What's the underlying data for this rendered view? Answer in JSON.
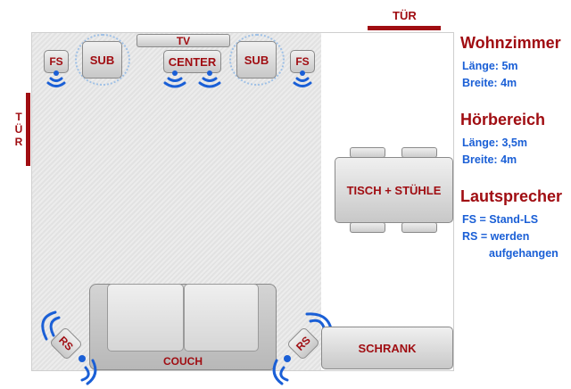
{
  "doors": {
    "top_label": "TÜR",
    "left_label": "TÜR"
  },
  "furniture": {
    "tv": "TV",
    "sub_left": "SUB",
    "sub_right": "SUB",
    "center": "CENTER",
    "fs_left": "FS",
    "fs_right": "FS",
    "rs_left": "RS",
    "rs_right": "RS",
    "couch": "COUCH",
    "table": "TISCH + STÜHLE",
    "cabinet": "SCHRANK"
  },
  "legend": {
    "room_title": "Wohnzimmer",
    "room_length": "Länge: 5m",
    "room_width": "Breite: 4m",
    "listen_title": "Hörbereich",
    "listen_length": "Länge: 3,5m",
    "listen_width": "Breite: 4m",
    "speaker_title": "Lautsprecher",
    "fs_def": "FS = Stand-LS",
    "rs_def_1": "RS = werden",
    "rs_def_2": "aufgehangen"
  },
  "colors": {
    "accent_red": "#a00d12",
    "accent_blue": "#1a5fd6"
  }
}
